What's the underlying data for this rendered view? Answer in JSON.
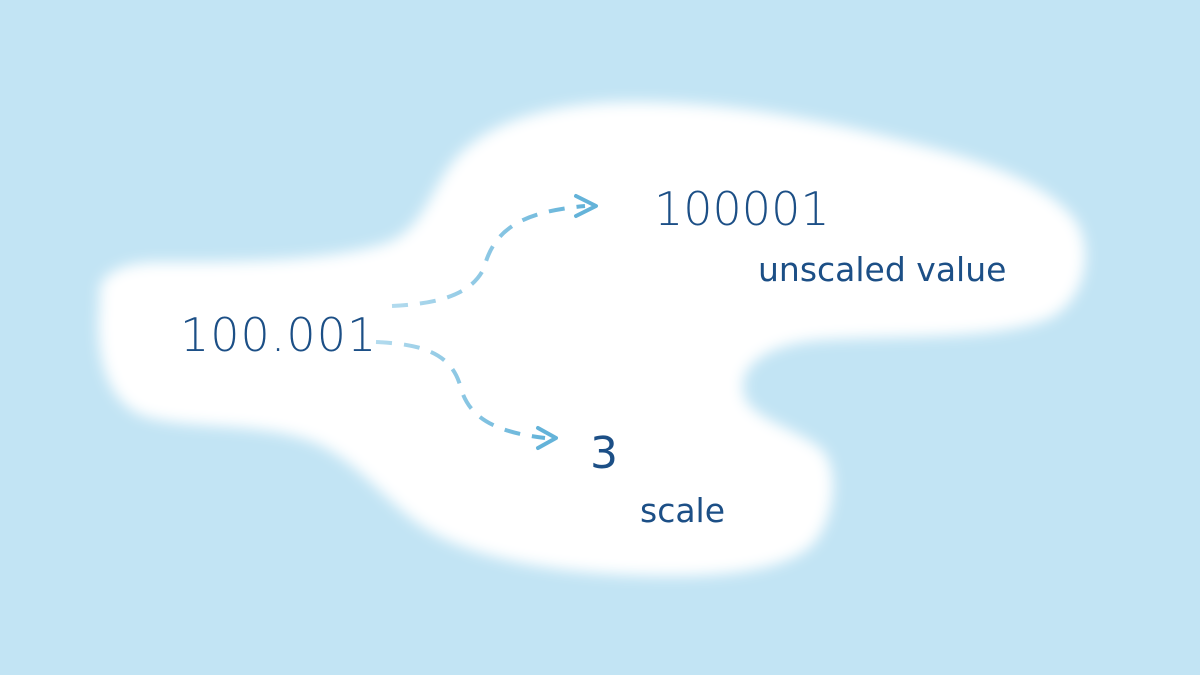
{
  "diagram": {
    "source_value": "100.001",
    "outputs": [
      {
        "value": "100001",
        "caption": "unscaled value"
      },
      {
        "value": "3",
        "caption": "scale"
      }
    ],
    "edges": [
      {
        "from": "100.001",
        "to": "100001",
        "style": "dashed-arrow"
      },
      {
        "from": "100.001",
        "to": "3",
        "style": "dashed-arrow"
      }
    ]
  },
  "colors": {
    "background": "#c2e4f4",
    "cloud": "#ffffff",
    "text": "#1c4f86",
    "arrow": "#6bb8dc",
    "arrow_faded": "#a9d6ea"
  }
}
